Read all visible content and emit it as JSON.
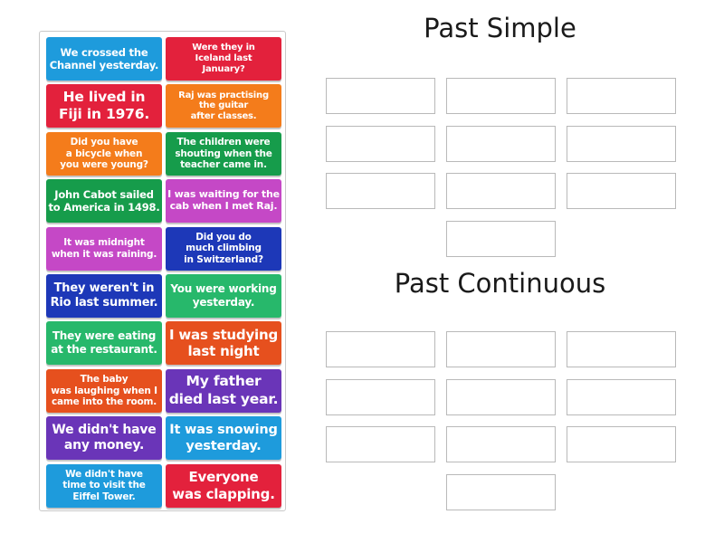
{
  "tiles": [
    {
      "text": "We crossed the\nChannel yesterday.",
      "color": "#1e9bdc",
      "size": 11.5
    },
    {
      "text": "Were they in\nIceland last\nJanuary?",
      "color": "#e3213c",
      "size": 10
    },
    {
      "text": "He lived in\nFiji in 1976.",
      "color": "#e3213c",
      "size": 15.5
    },
    {
      "text": "Raj was practising\nthe guitar\nafter classes.",
      "color": "#f47c1b",
      "size": 10
    },
    {
      "text": "Did you have\na bicycle when\nyou were young?",
      "color": "#f47c1b",
      "size": 10.5
    },
    {
      "text": "The children were\nshouting when the\nteacher came in.",
      "color": "#169c4b",
      "size": 10.5
    },
    {
      "text": "John Cabot sailed\nto America in 1498.",
      "color": "#169c4b",
      "size": 11.5
    },
    {
      "text": "I was waiting for the\ncab when I met Raj.",
      "color": "#c548c6",
      "size": 11
    },
    {
      "text": "It was midnight\nwhen it was raining.",
      "color": "#c548c6",
      "size": 10.5
    },
    {
      "text": "Did you do\nmuch climbing\nin Switzerland?",
      "color": "#1d38b8",
      "size": 10.5
    },
    {
      "text": "They weren't in\nRio last summer.",
      "color": "#1d38b8",
      "size": 13
    },
    {
      "text": "You were working\nyesterday.",
      "color": "#27b86b",
      "size": 12
    },
    {
      "text": "They were eating\nat the restaurant.",
      "color": "#27b86b",
      "size": 12
    },
    {
      "text": "I was studying\nlast night",
      "color": "#e6501e",
      "size": 15
    },
    {
      "text": "The baby\nwas laughing when I\ncame into the room.",
      "color": "#e6501e",
      "size": 10.5
    },
    {
      "text": "My father\ndied last year.",
      "color": "#6a35b8",
      "size": 15.5
    },
    {
      "text": "We didn't have\nany money.",
      "color": "#6a35b8",
      "size": 14
    },
    {
      "text": "It was snowing\nyesterday.",
      "color": "#1e9bdc",
      "size": 14.5
    },
    {
      "text": "We didn't have\ntime to visit the\nEiffel Tower.",
      "color": "#1e9bdc",
      "size": 10.5
    },
    {
      "text": "Everyone\nwas clapping.",
      "color": "#e3213c",
      "size": 15
    }
  ],
  "groups": [
    {
      "title": "Past Simple"
    },
    {
      "title": "Past Continuous"
    }
  ]
}
